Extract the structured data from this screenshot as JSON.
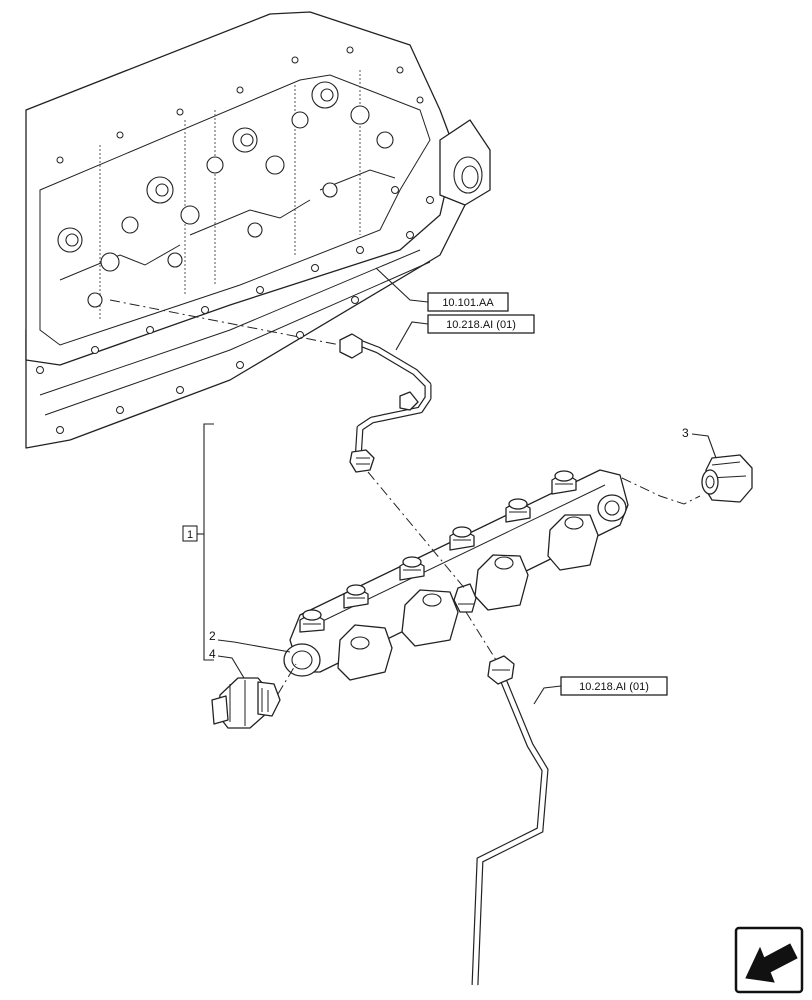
{
  "callouts": {
    "item_1": "1",
    "item_2": "2",
    "item_3": "3",
    "item_4": "4"
  },
  "references": {
    "cylinder_head": "10.101.AA",
    "pipe_upper": "10.218.AI (01)",
    "pipe_lower": "10.218.AI (01)"
  },
  "navigation": {
    "previous_icon": "back-arrow-icon"
  }
}
